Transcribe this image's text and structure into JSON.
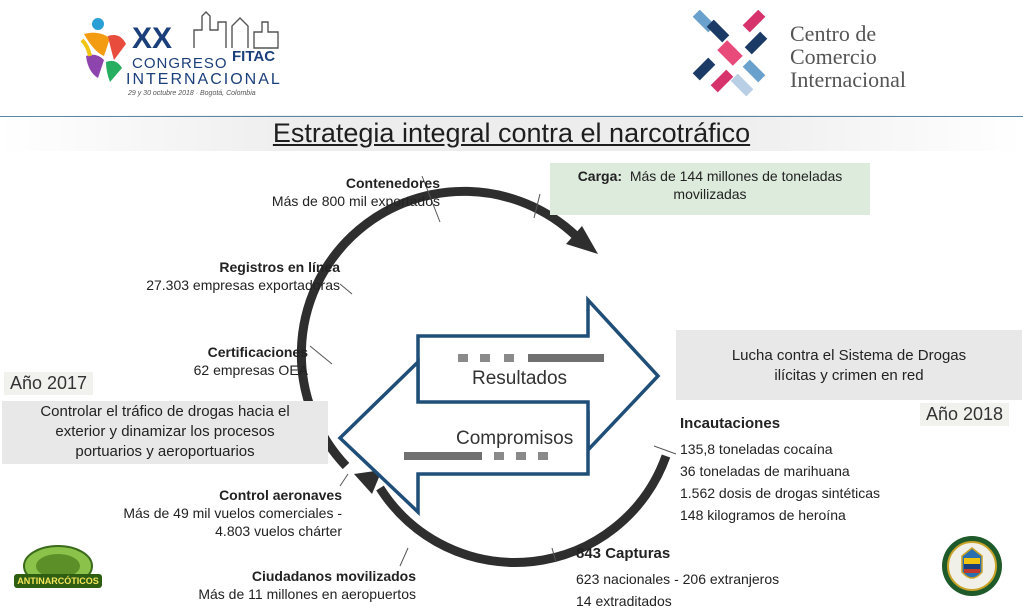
{
  "header": {
    "congress_logo": {
      "big": "XX",
      "line1": "CONGRESO",
      "line2": "INTERNACIONAL",
      "brand": "FITAC",
      "date": "29 y 30 octubre 2018 · Bogotá, Colombia"
    },
    "cci_logo": {
      "line1": "Centro de",
      "line2": "Comercio",
      "line3": "Internacional"
    }
  },
  "title": "Estrategia integral contra el narcotráfico",
  "left": {
    "contenedores": {
      "label": "Contenedores",
      "value": "Más de 800 mil exportados"
    },
    "registros": {
      "label": "Registros en línea",
      "value": "27.303 empresas exportadoras"
    },
    "certificaciones": {
      "label": "Certificaciones",
      "value": "62 empresas OEA"
    },
    "year": "Año 2017",
    "goal": {
      "line1": "Controlar el tráfico de drogas hacia el",
      "line2": "exterior y dinamizar los procesos",
      "line3": "portuarios y aeroportuarios"
    },
    "aeronaves": {
      "label": "Control aeronaves",
      "line1": "Más de 49 mil vuelos comerciales -",
      "line2": "4.803 vuelos chárter"
    },
    "ciudadanos": {
      "label": "Ciudadanos movilizados",
      "value": "Más de 11 millones en aeropuertos"
    }
  },
  "right": {
    "carga": {
      "label": "Carga",
      "colon": ":",
      "line1": "Más de 144 millones de toneladas",
      "line2": "movilizadas"
    },
    "lucha": {
      "line1": "Lucha contra el Sistema de Drogas",
      "line2": "ilícitas y crimen en red"
    },
    "year": "Año 2018",
    "incautaciones": {
      "label": "Incautaciones",
      "items": [
        "135,8 toneladas cocaína",
        "36 toneladas de marihuana",
        "1.562 dosis de drogas sintéticas",
        "148 kilogramos de heroína"
      ]
    },
    "capturas": {
      "label": "843 Capturas",
      "line1": "623 nacionales - 206 extranjeros",
      "line2": "14 extraditados"
    }
  },
  "center": {
    "resultados": "Resultados",
    "compromisos": "Compromisos"
  },
  "badges": {
    "antinarcoticos": "ANTINARCÓTICOS"
  },
  "colors": {
    "arrow_blue": "#1f4e79",
    "circle": "#2e2e2e",
    "green_box": "#dcebdc",
    "grey_box": "#e8e8e8"
  }
}
